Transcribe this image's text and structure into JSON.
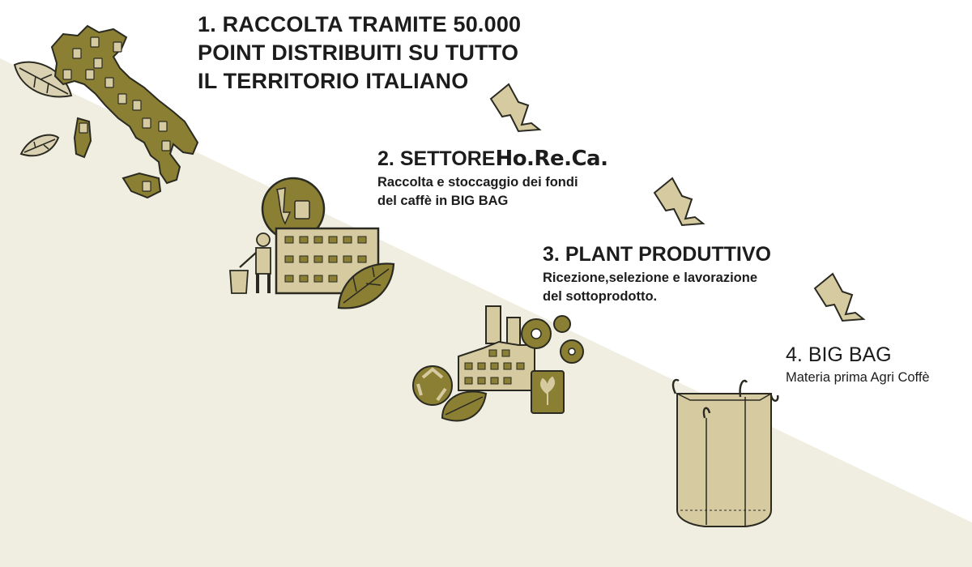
{
  "steps": [
    {
      "number": "1.",
      "title_lines": [
        "RACCOLTA  TRAMITE 50.000",
        "POINT DISTRIBUITI SU TUTTO",
        "IL TERRITORIO ITALIANO"
      ],
      "icon": "italy-map-icon"
    },
    {
      "number": "2.",
      "title": "SETTORE",
      "title_brand": "Ho.Re.Ca.",
      "description_lines": [
        "Raccolta e stoccaggio dei fondi",
        "del caffè in BIG BAG"
      ],
      "icon": "building-recycle-icon"
    },
    {
      "number": "3.",
      "title": "PLANT PRODUTTIVO",
      "description_lines": [
        "Ricezione,selezione e lavorazione",
        "del sottoprodotto."
      ],
      "icon": "factory-icon"
    },
    {
      "number": "4.",
      "title": "BIG BAG",
      "description_lines": [
        "Materia prima Agri Coffè"
      ],
      "icon": "big-bag-icon"
    }
  ],
  "colors": {
    "olive": "#8a7f32",
    "olive_dark": "#6b6226",
    "tan": "#d6cba0",
    "background_band": "#efeee0",
    "outline": "#2a2a22"
  }
}
